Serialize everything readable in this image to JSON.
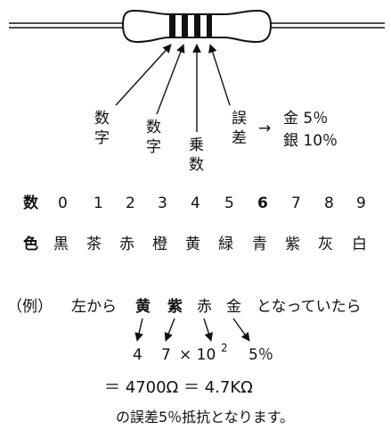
{
  "labels": {
    "digit1": [
      "数",
      "字"
    ],
    "digit2": [
      "数",
      "字"
    ],
    "multiplier": [
      "乗",
      "数"
    ],
    "tolerance": [
      "誤",
      "差"
    ],
    "arrow": "→",
    "tol_gold": "金 5％",
    "tol_silver": "銀 10％"
  },
  "digits_row": {
    "header": "数",
    "values": [
      "0",
      "1",
      "2",
      "3",
      "4",
      "5",
      "6",
      "7",
      "8",
      "9"
    ]
  },
  "colors_row": {
    "header": "色",
    "values": [
      "黒",
      "茶",
      "赤",
      "橙",
      "黄",
      "緑",
      "青",
      "紫",
      "灰",
      "白"
    ]
  },
  "example": {
    "prefix": "（例）",
    "text": "左から",
    "bands": [
      "黄",
      "紫",
      "赤",
      "金"
    ],
    "suffix": "となっていたら",
    "digit_a": "4",
    "digit_b": "7",
    "times": "× 10",
    "exponent": "2",
    "percent": "5％",
    "result_line": "＝ 4700Ω ＝ 4.7KΩ",
    "conclusion": "の誤差5％抵抗となります。"
  }
}
